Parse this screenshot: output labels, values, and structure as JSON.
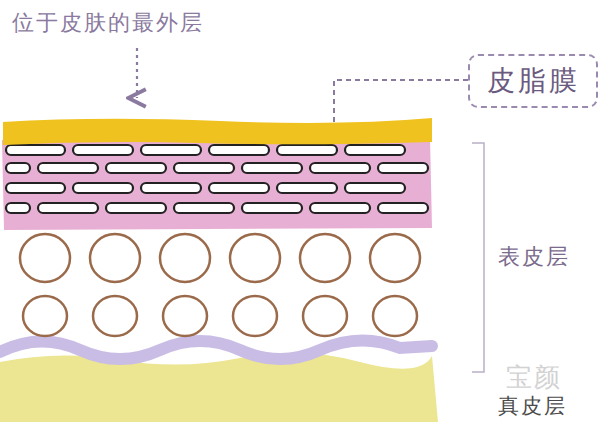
{
  "diagram": {
    "nodes": [
      {
        "text": [
          "皮脂膜"
        ]
      }
    ],
    "labels": [
      "位于皮肤的最外层",
      "表皮层",
      "真皮层",
      "宝颜"
    ]
  }
}
